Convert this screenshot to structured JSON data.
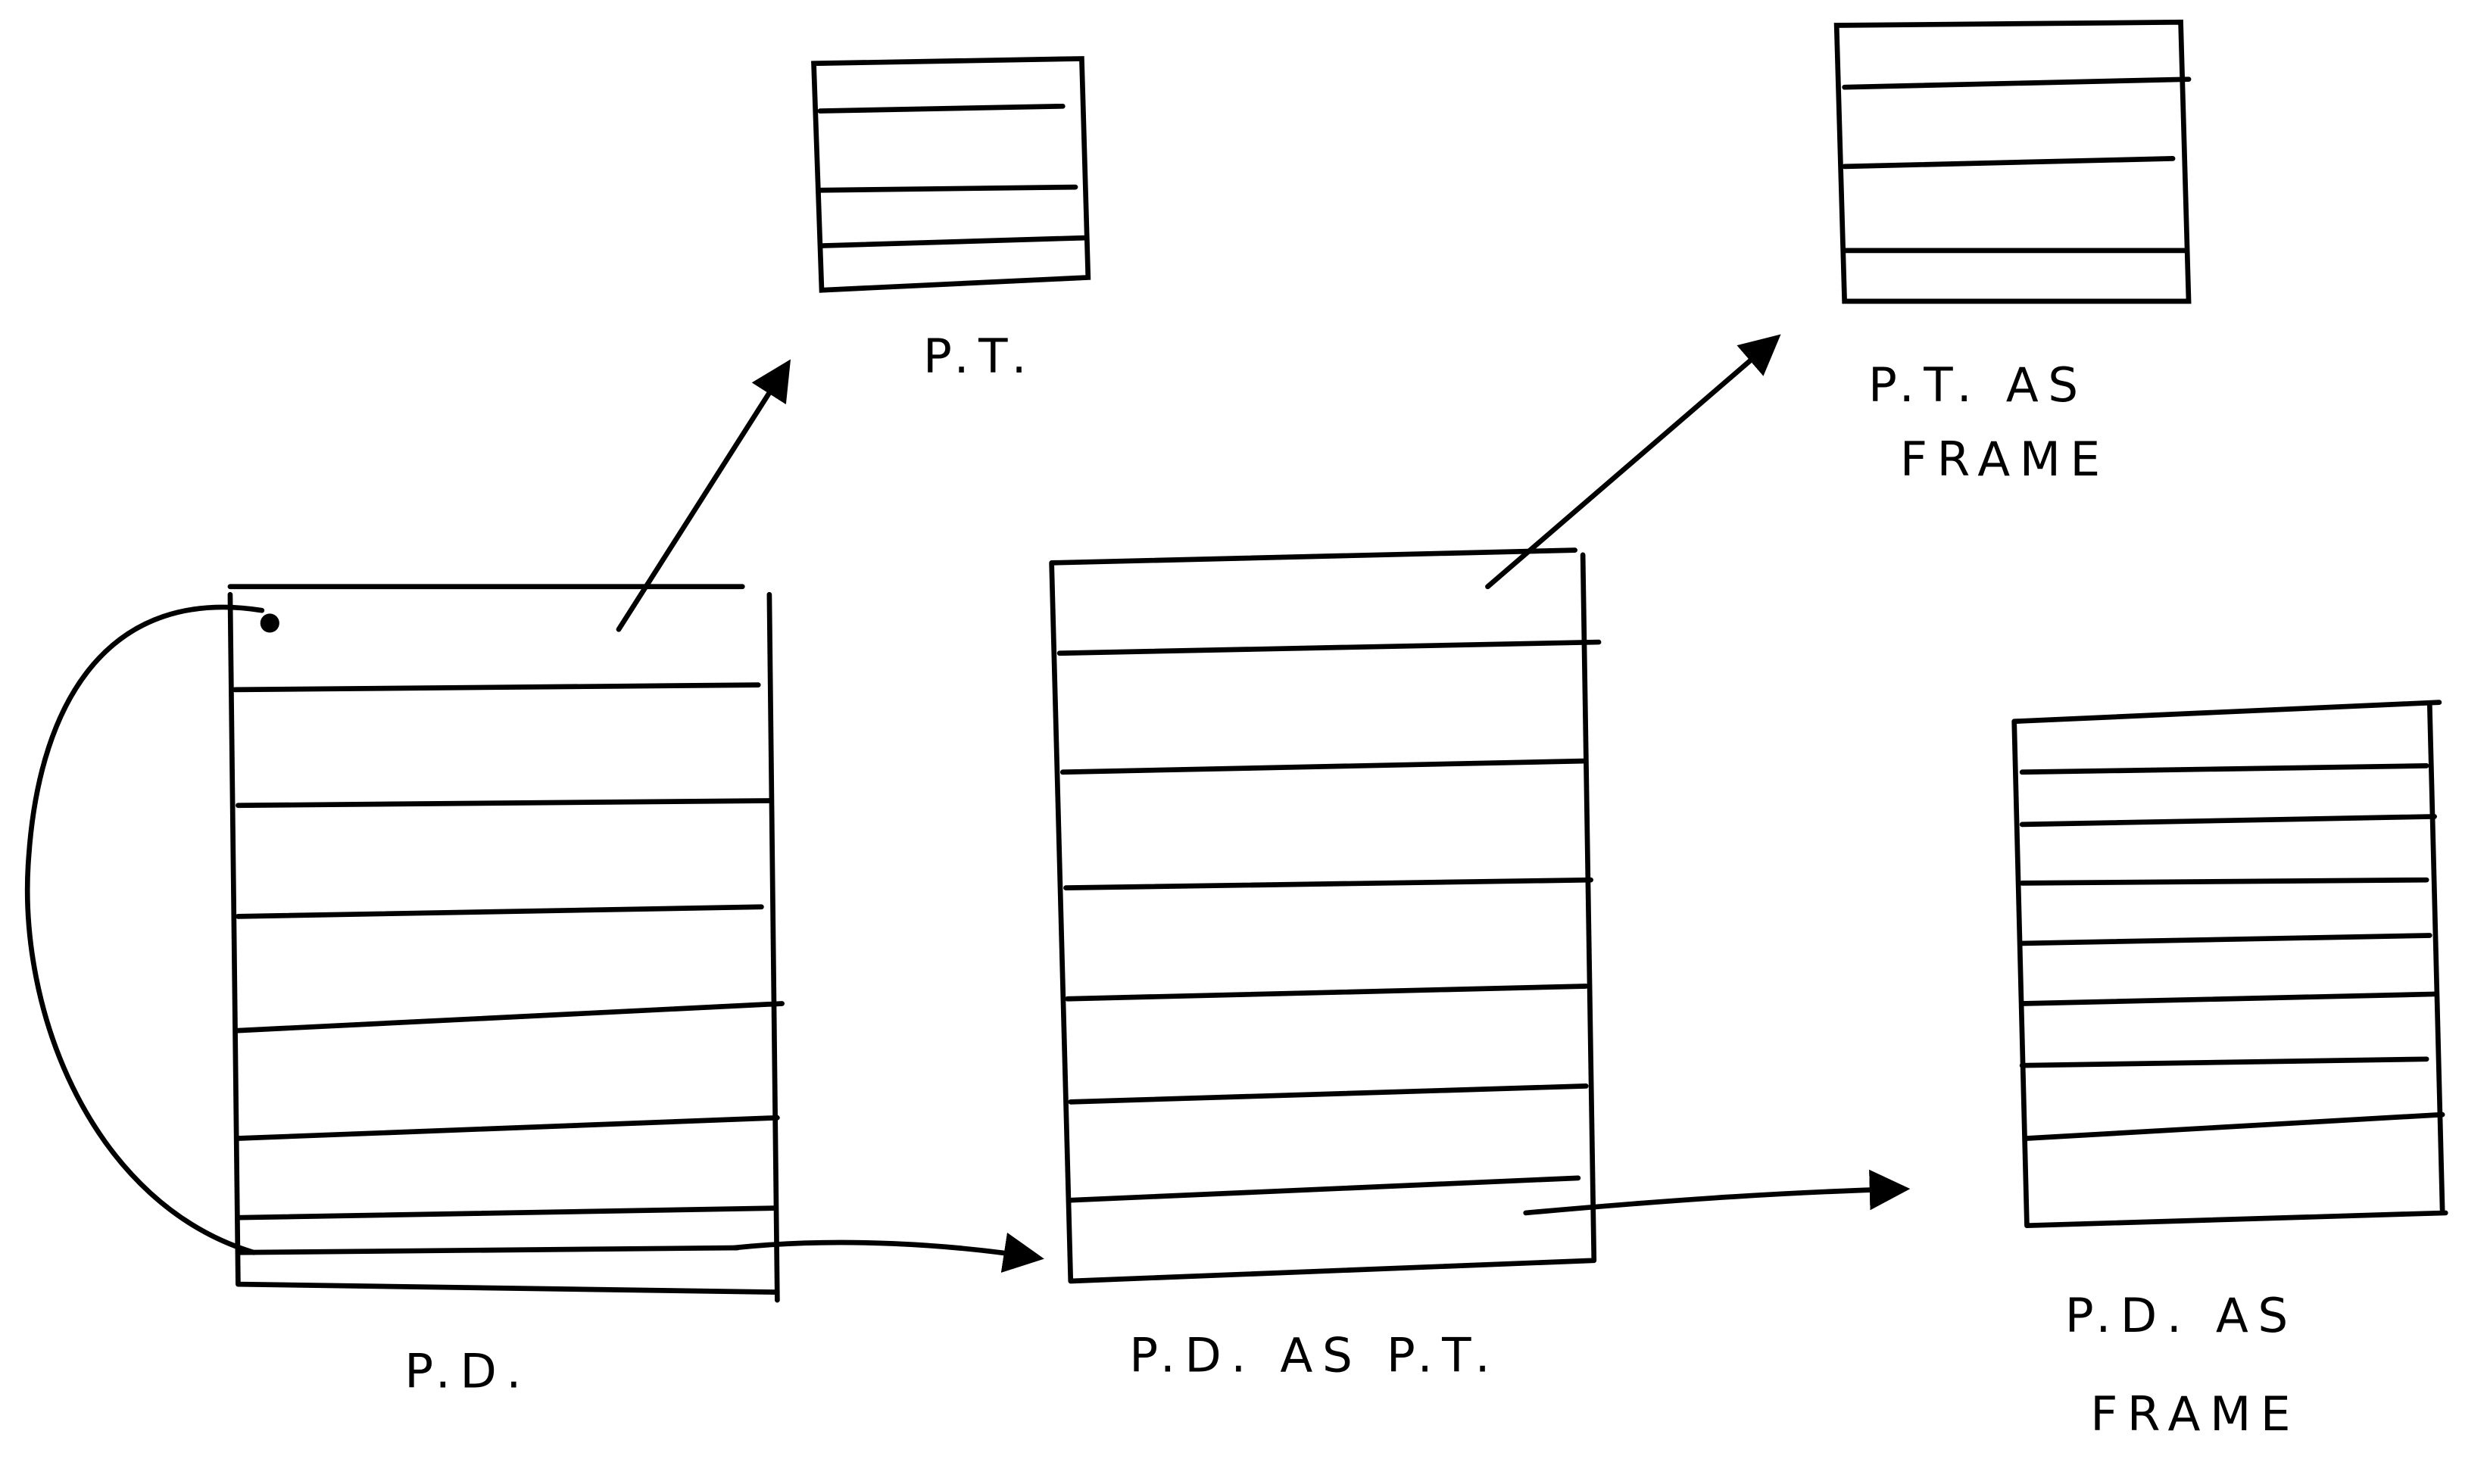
{
  "labels": {
    "pt": "P.T.",
    "pt_as_frame_1": "P.T. AS",
    "pt_as_frame_2": "FRAME",
    "pd": "P.D.",
    "pd_as_pt": "P.D. AS P.T.",
    "pd_as_frame_1": "P.D. AS",
    "pd_as_frame_2": "FRAME"
  },
  "colors": {
    "ink": "#000000",
    "paper": "#ffffff"
  }
}
